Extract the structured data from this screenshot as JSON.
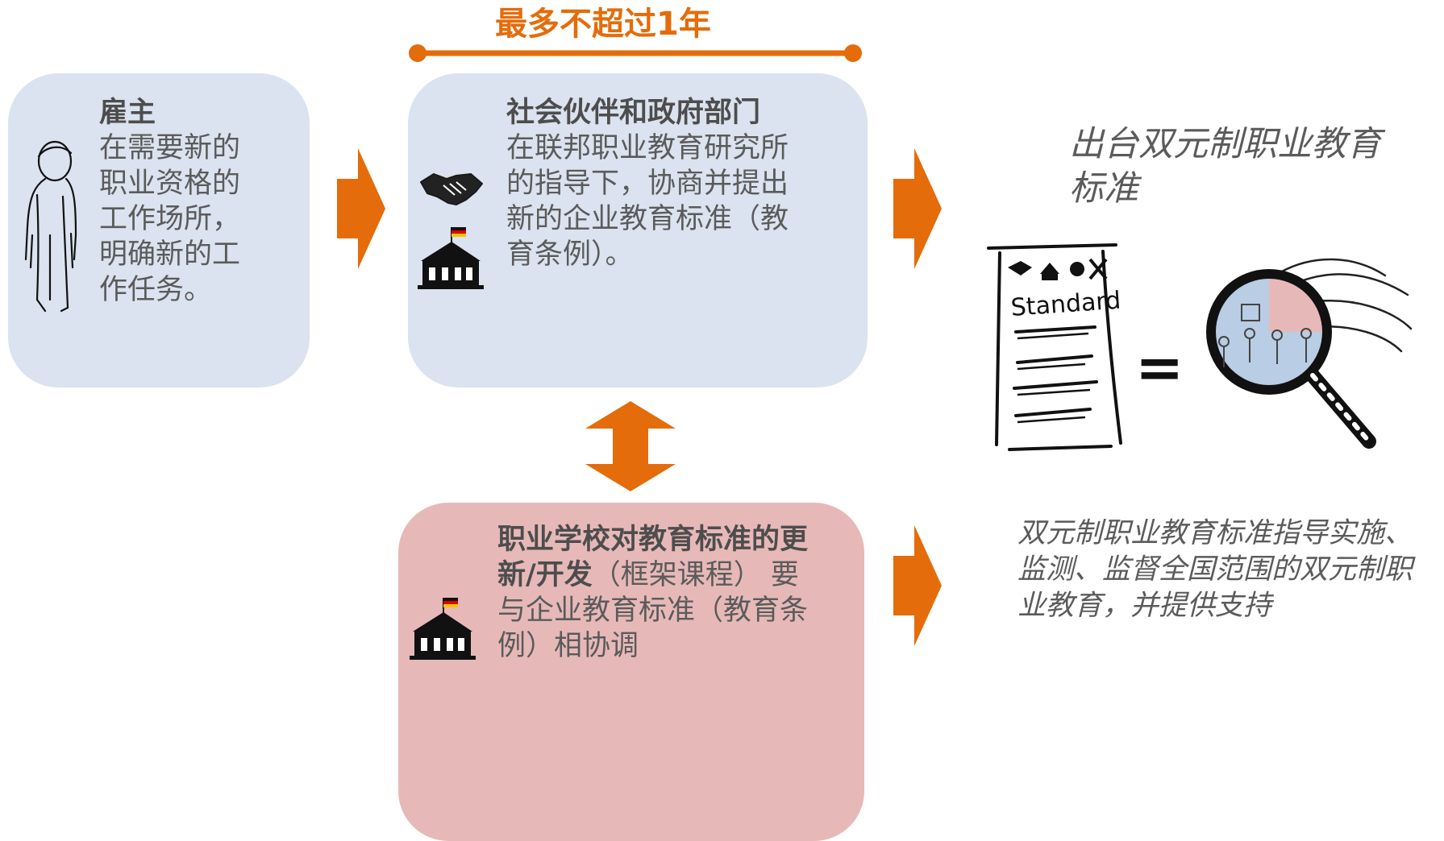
{
  "timeline": {
    "label": "最多不超过1年"
  },
  "employer": {
    "title": "雇主",
    "lines": [
      "在需要新的",
      "职业资格的",
      "工作场所，",
      "明确新的工",
      "作任务。"
    ]
  },
  "partners": {
    "title": "社会伙伴和政府部门",
    "lines": [
      "在联邦职业教育研究所",
      "的指导下，协商并提出",
      "新的企业教育标准（教",
      "育条例）。"
    ]
  },
  "schools": {
    "line1": "职业学校对教育标准的更",
    "line2_bold": "新/开发",
    "line2_rest": "（框架课程） 要",
    "line3": "与企业教育标准（教育条",
    "line4": "例）相协调"
  },
  "result": {
    "title_line1": "出台双元制职业教育",
    "title_line2": "标准",
    "document_label": "Standard",
    "equals": "=",
    "bottom_lines": [
      "双元制职业教育标准指导实施、",
      "监测、监督全国范围的双元制职",
      "业教育，并提供支持"
    ]
  },
  "colors": {
    "accent": "#e46c0a",
    "box_blue": "#dae3ef",
    "box_pink": "#e6b9b8",
    "text": "#555555"
  },
  "icons": [
    "person-outline-icon",
    "handshake-icon",
    "tent-building-icon",
    "german-flag-icon",
    "standard-document-icon",
    "magnifier-icon"
  ]
}
